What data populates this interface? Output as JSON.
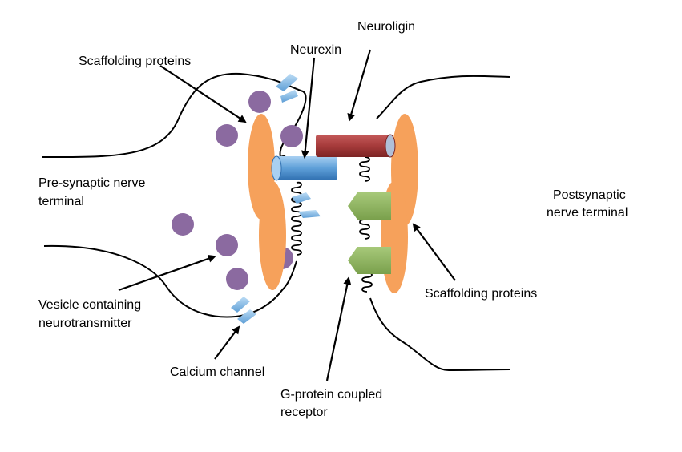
{
  "labels": {
    "neuroligin": "Neuroligin",
    "neurexin": "Neurexin",
    "scaffolding_pre": "Scaffolding proteins",
    "presynaptic_line1": "Pre-synaptic nerve",
    "presynaptic_line2": "terminal",
    "postsynaptic_line1": "Postsynaptic",
    "postsynaptic_line2": "nerve terminal",
    "vesicle_line1": "Vesicle containing",
    "vesicle_line2": "neurotransmitter",
    "calcium_channel": "Calcium channel",
    "gpcr_line1": "G-protein coupled",
    "gpcr_line2": "receptor",
    "scaffolding_post": "Scaffolding proteins"
  },
  "colors": {
    "scaffolding": "#f6a15b",
    "vesicle": "#8b6aa0",
    "neurexin": "#5e9fd8",
    "neuroligin": "#a63b3b",
    "gpcr": "#8db35c",
    "calcium_channel": "#7fb2e0"
  }
}
